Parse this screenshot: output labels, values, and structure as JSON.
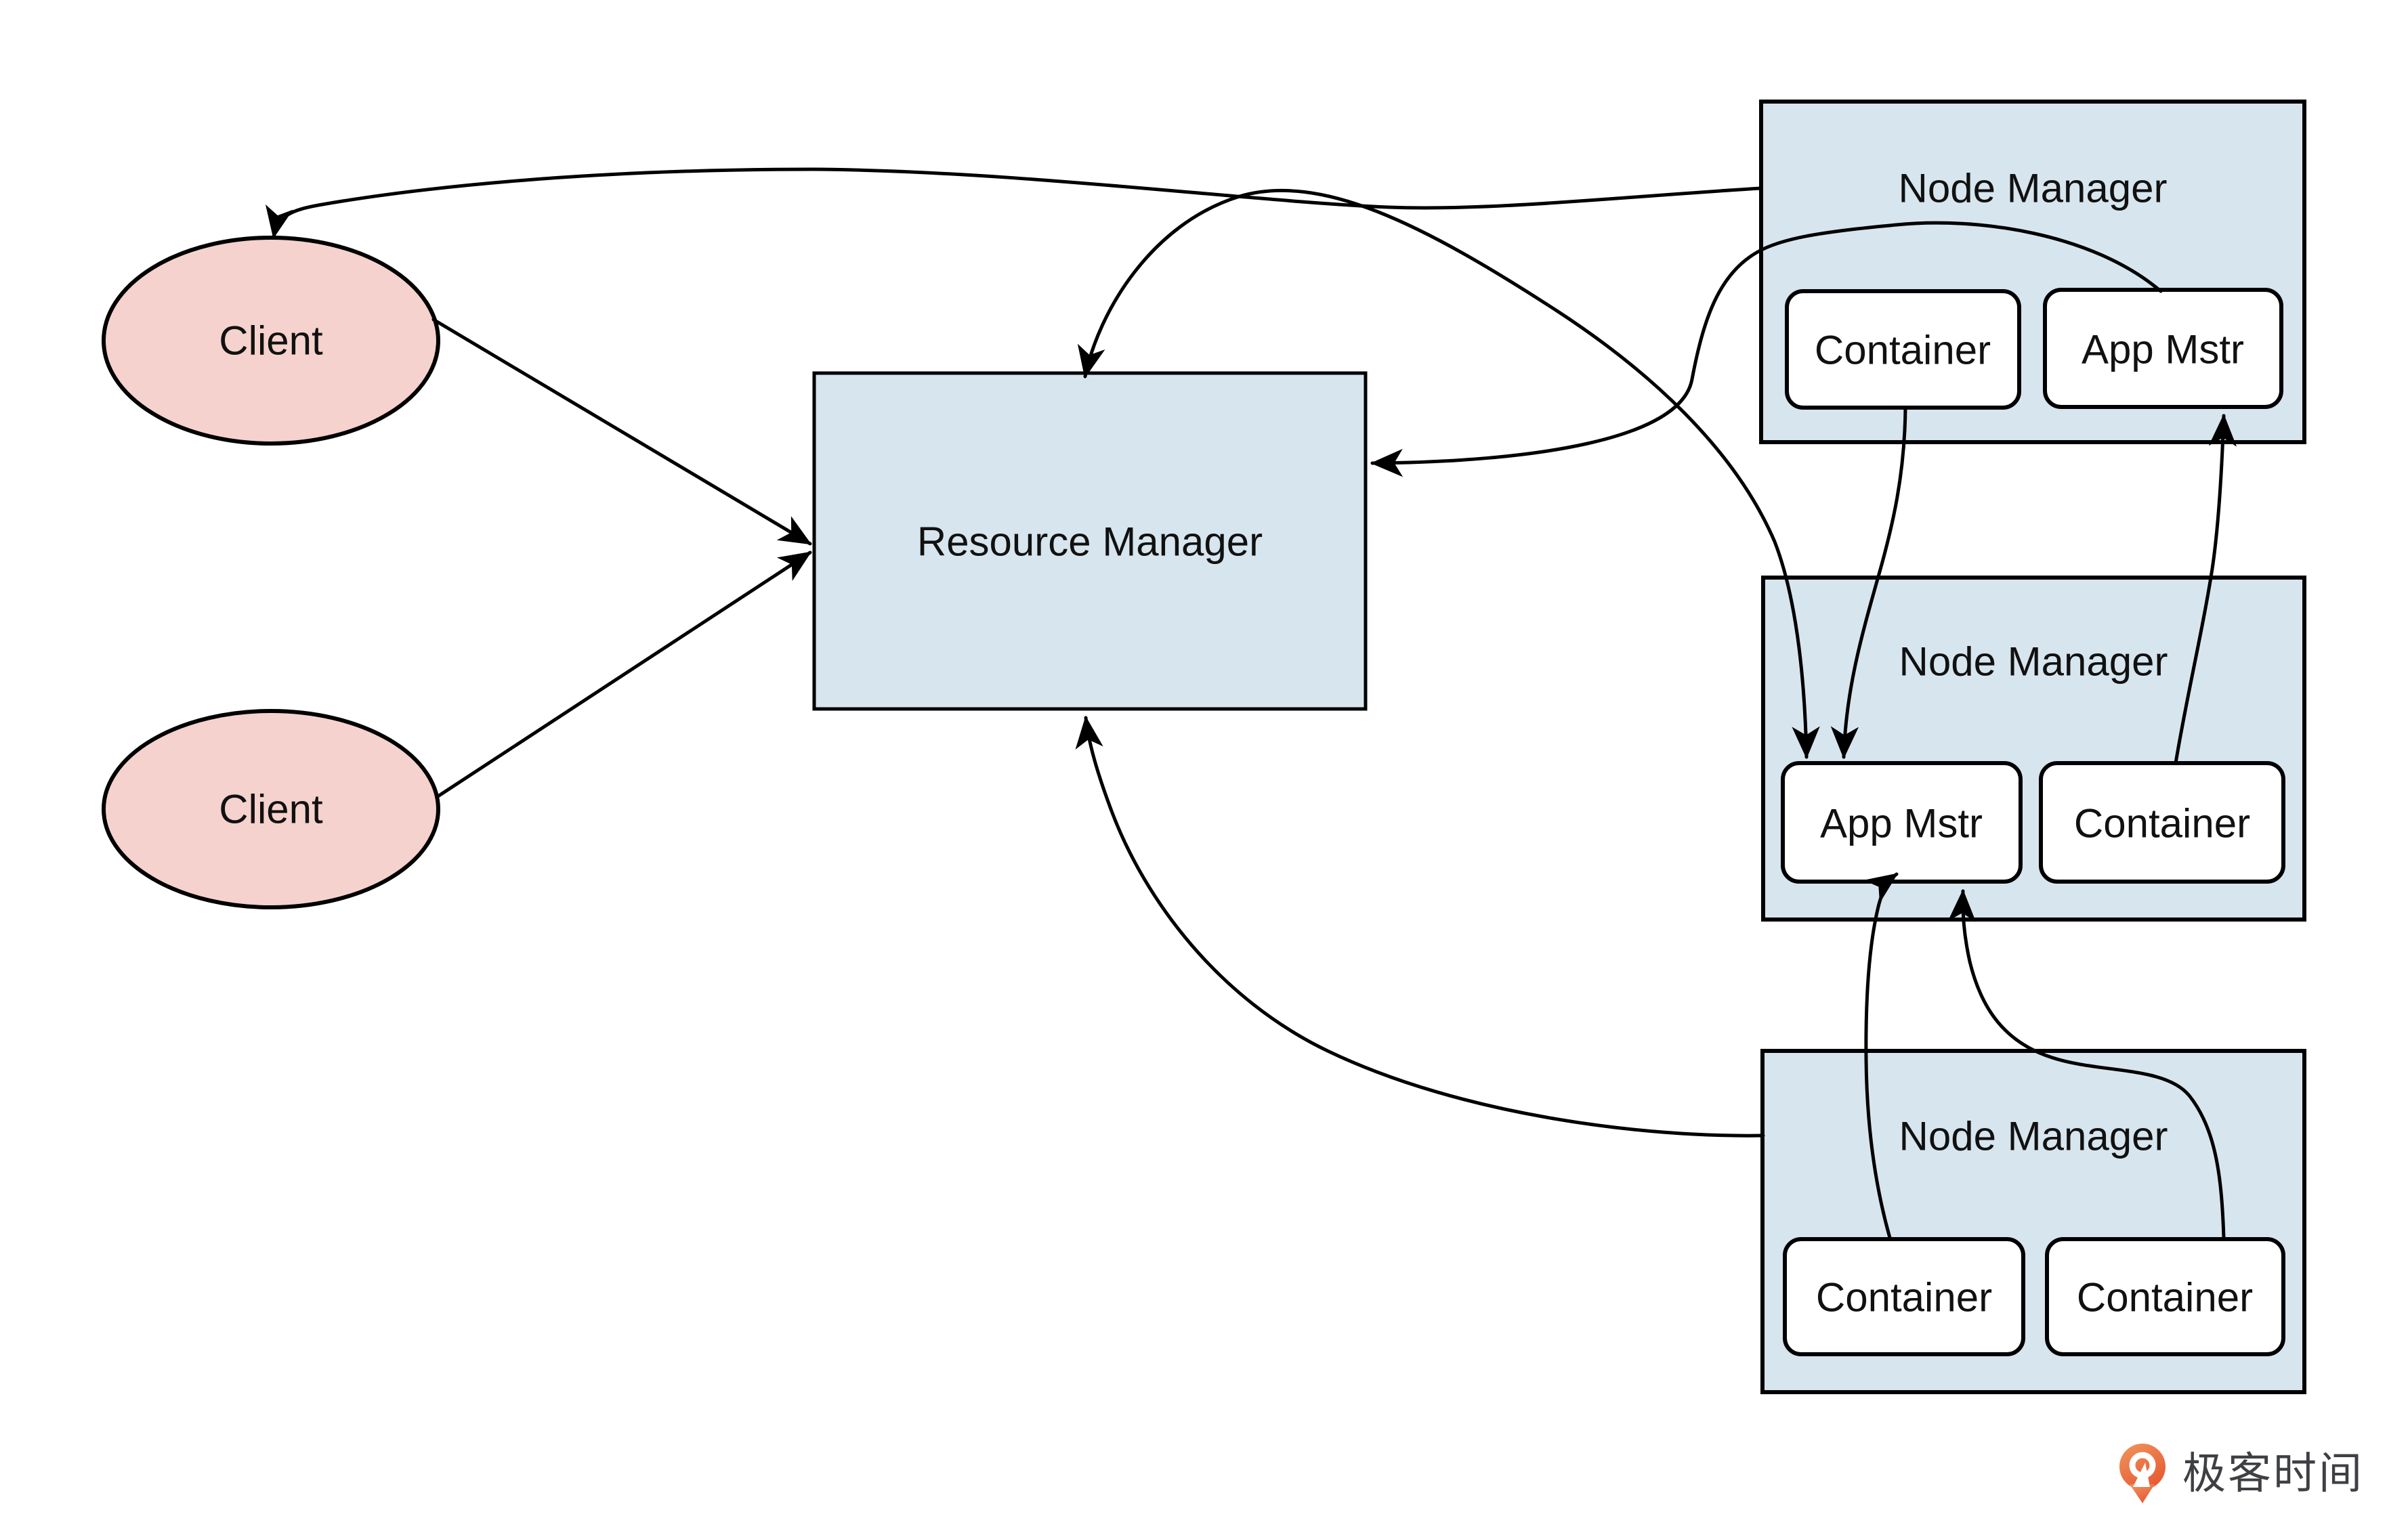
{
  "nodes": {
    "client1": {
      "label": "Client"
    },
    "client2": {
      "label": "Client"
    },
    "rm": {
      "label": "Resource Manager"
    },
    "nm1": {
      "label": "Node Manager",
      "box1": {
        "label": "Container"
      },
      "box2": {
        "label": "App Mstr"
      }
    },
    "nm2": {
      "label": "Node Manager",
      "box1": {
        "label": "App Mstr"
      },
      "box2": {
        "label": "Container"
      }
    },
    "nm3": {
      "label": "Node Manager",
      "box1": {
        "label": "Container"
      },
      "box2": {
        "label": "Container"
      }
    }
  },
  "logo": {
    "text": "极客时间",
    "icon": "geektime-pin-icon"
  },
  "colors": {
    "node_fill": "#d7e5ee",
    "client_fill": "#f5d2cd",
    "line": "#000000",
    "logo_orange_top": "#f0955c",
    "logo_orange_bottom": "#e75b35",
    "logo_text": "#3f4044"
  }
}
